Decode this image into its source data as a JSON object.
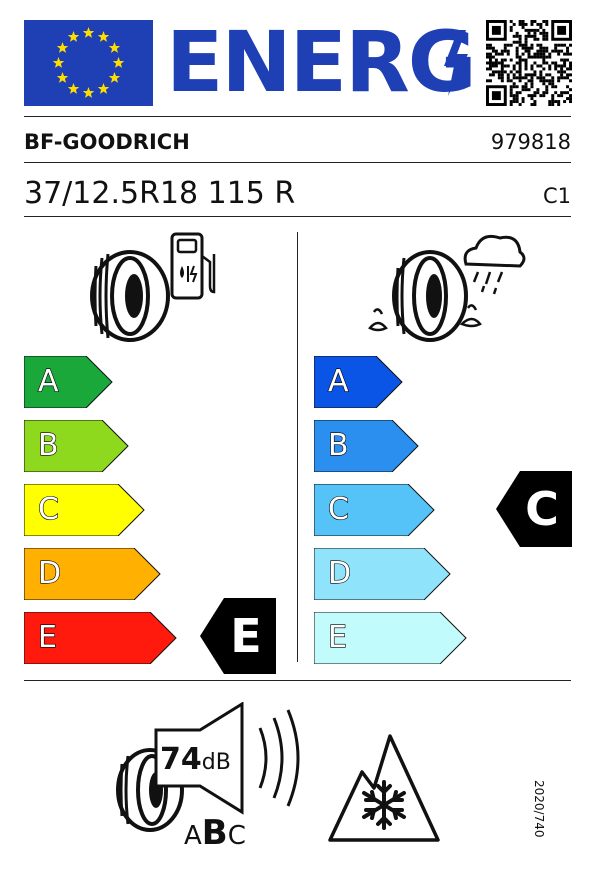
{
  "header": {
    "energy_word": "ENERG",
    "flag_color": "#1f3fb4"
  },
  "product": {
    "supplier": "BF-GOODRICH",
    "model_id": "979818",
    "tyre_size": "37/12.5R18 115 R",
    "tyre_class": "C1"
  },
  "fuel_efficiency": {
    "icon": "fuel-pump-icon",
    "scale": [
      {
        "label": "A",
        "color": "#1aa83a"
      },
      {
        "label": "B",
        "color": "#8ed91e"
      },
      {
        "label": "C",
        "color": "#ffff00"
      },
      {
        "label": "D",
        "color": "#ffb000"
      },
      {
        "label": "E",
        "color": "#ff1a0d"
      }
    ],
    "rating": "E"
  },
  "wet_grip": {
    "icon": "rain-cloud-icon",
    "scale": [
      {
        "label": "A",
        "color": "#0a55e6"
      },
      {
        "label": "B",
        "color": "#2a8fef"
      },
      {
        "label": "C",
        "color": "#55c3f7"
      },
      {
        "label": "D",
        "color": "#8fe4fb"
      },
      {
        "label": "E",
        "color": "#c2fbfb"
      }
    ],
    "rating": "C"
  },
  "noise": {
    "value": "74",
    "unit": "dB",
    "class_left": "A",
    "class_active": "B",
    "class_right": "C"
  },
  "snow_icon": "three-peak-mountain-snowflake-icon",
  "regulation": "2020/740"
}
